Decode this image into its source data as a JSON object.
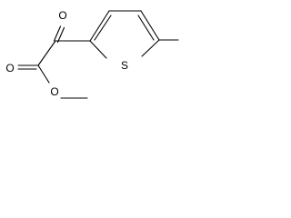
{
  "molecule": {
    "atoms": {
      "ketone_oxygen": "O",
      "carbonyl_oxygen": "O",
      "ester_oxygen": "O",
      "sulfur": "S"
    }
  },
  "colors": {
    "bond": "#000000",
    "label": "#000000",
    "background": "#ffffff"
  }
}
